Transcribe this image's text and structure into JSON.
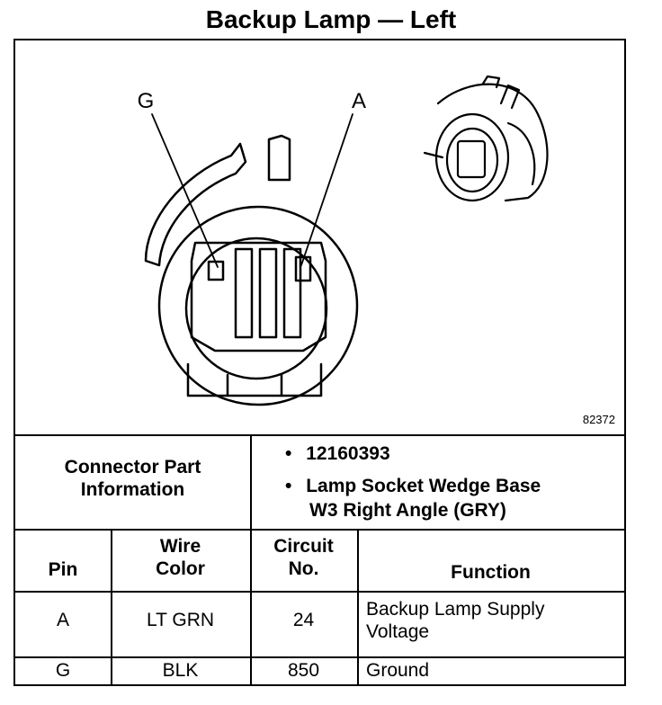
{
  "title": "Backup Lamp — Left",
  "diagram": {
    "label_g": "G",
    "label_a": "A",
    "figure_number": "82372"
  },
  "connector": {
    "heading_line1": "Connector Part",
    "heading_line2": "Information",
    "bullet": "•",
    "part_number": "12160393",
    "desc_line1": "Lamp Socket Wedge Base",
    "desc_line2": "W3 Right Angle (GRY)"
  },
  "table": {
    "headers": {
      "pin": "Pin",
      "wire_line1": "Wire",
      "wire_line2": "Color",
      "circuit_line1": "Circuit",
      "circuit_line2": "No.",
      "function": "Function"
    },
    "rows": [
      {
        "pin": "A",
        "wire": "LT GRN",
        "circuit": "24",
        "function_line1": "Backup Lamp Supply",
        "function_line2": "Voltage"
      },
      {
        "pin": "G",
        "wire": "BLK",
        "circuit": "850",
        "function_line1": "Ground",
        "function_line2": ""
      }
    ]
  }
}
